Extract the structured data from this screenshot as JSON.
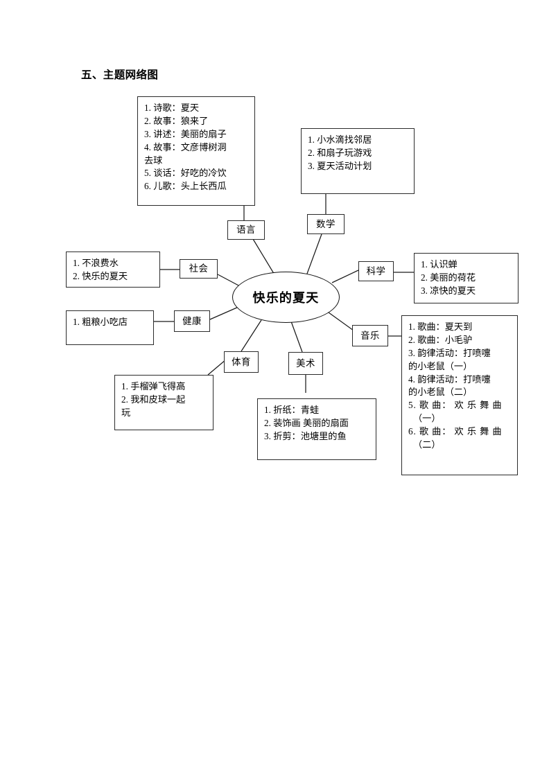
{
  "document": {
    "title": "五、主题网络图",
    "page_background": "#ffffff",
    "ink_color": "#1a1a1a"
  },
  "center": {
    "label": "快乐的夏天"
  },
  "categories": {
    "language": "语言",
    "math": "数学",
    "society": "社会",
    "science": "科学",
    "health": "健康",
    "music": "音乐",
    "sports": "体育",
    "art": "美术"
  },
  "branches": [
    {
      "id": "language",
      "category": "语言",
      "items": [
        "1. 诗歌：夏天",
        "2. 故事：狼来了",
        "3. 讲述：美丽的扇子",
        "4. 故事：文彦博树洞去球",
        "5. 谈话：好吃的冷饮",
        "6. 儿歌：头上长西瓜"
      ]
    },
    {
      "id": "math",
      "category": "数学",
      "items": [
        "1. 小水滴找邻居",
        "2. 和扇子玩游戏",
        "3. 夏天活动计划"
      ]
    },
    {
      "id": "society",
      "category": "社会",
      "items": [
        "1. 不浪费水",
        "2. 快乐的夏天"
      ]
    },
    {
      "id": "science",
      "category": "科学",
      "items": [
        "1. 认识蝉",
        "2. 美丽的荷花",
        "3. 凉快的夏天"
      ]
    },
    {
      "id": "health",
      "category": "健康",
      "items": [
        "1. 粗粮小吃店"
      ]
    },
    {
      "id": "music",
      "category": "音乐",
      "items": [
        "1. 歌曲：夏天到",
        "2. 歌曲：小毛驴",
        "3. 韵律活动：打喷嚏的小老鼠（一）",
        "4. 韵律活动：打喷嚏的小老鼠（二）",
        "5. 歌 曲： 欢 乐 舞 曲（一）",
        "6. 歌 曲： 欢 乐 舞 曲（二）"
      ]
    },
    {
      "id": "sports",
      "category": "体育",
      "items": [
        "1. 手榴弹飞得高",
        "2. 我和皮球一起玩"
      ]
    },
    {
      "id": "art",
      "category": "美术",
      "items": [
        "1. 折纸：青蛙",
        "2. 装饰画 美丽的扇面",
        "3. 折剪：池塘里的鱼"
      ]
    }
  ],
  "detail_text": {
    "language": "1. 诗歌：夏天\n2. 故事：狼来了\n3. 讲述：美丽的扇子\n4. 故事：文彦博树洞\n去球\n5. 谈话：好吃的冷饮\n6. 儿歌：头上长西瓜",
    "math": "1. 小水滴找邻居\n2. 和扇子玩游戏\n3. 夏天活动计划",
    "society": "1. 不浪费水\n2. 快乐的夏天",
    "science": "1. 认识蝉\n2. 美丽的荷花\n3. 凉快的夏天",
    "health": "1. 粗粮小吃店",
    "sports": "1. 手榴弹飞得高\n2. 我和皮球一起\n玩",
    "art": "1. 折纸：青蛙\n2. 装饰画 美丽的扇面\n3. 折剪：池塘里的鱼",
    "music_1": "1. 歌曲：夏天到",
    "music_2": "2. 歌曲：小毛驴",
    "music_3": "3. 韵律活动：打喷嚏",
    "music_3b": "的小老鼠（一）",
    "music_4": "4. 韵律活动：打喷嚏",
    "music_4b": "的小老鼠（二）",
    "music_5": "5. 歌 曲： 欢 乐 舞 曲",
    "music_5b": "（一）",
    "music_6": "6. 歌 曲： 欢 乐 舞 曲",
    "music_6b": "（二）"
  }
}
